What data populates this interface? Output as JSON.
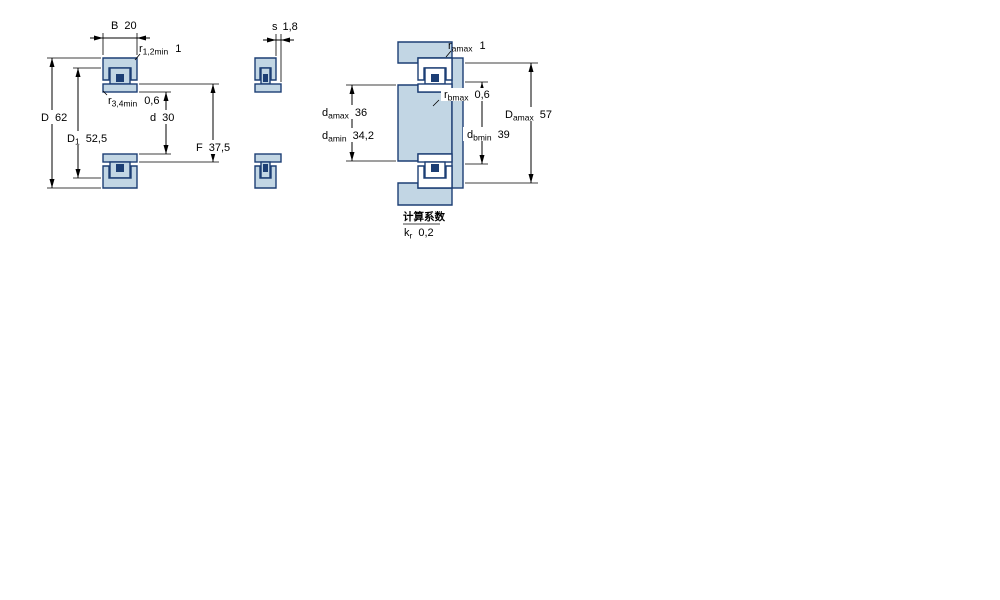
{
  "colors": {
    "part_fill": "#c2d6e4",
    "part_stroke": "#1c3e74",
    "dim_color": "#000000"
  },
  "left": {
    "B": {
      "sym": "B",
      "val": "20"
    },
    "r12": {
      "sym": "r",
      "sub": "1,2min",
      "val": "1"
    },
    "r34": {
      "sym": "r",
      "sub": "3,4min",
      "val": "0,6"
    },
    "D": {
      "sym": "D",
      "val": "62"
    },
    "D1": {
      "sym": "D",
      "sub": "1",
      "val": "52,5"
    },
    "d": {
      "sym": "d",
      "val": "30"
    },
    "F": {
      "sym": "F",
      "val": "37,5"
    }
  },
  "middle": {
    "s": {
      "sym": "s",
      "val": "1,8"
    }
  },
  "right": {
    "r_a": {
      "sym": "r",
      "sub": "amax",
      "val": "1"
    },
    "r_b": {
      "sym": "r",
      "sub": "bmax",
      "val": "0,6"
    },
    "d_amax": {
      "sym": "d",
      "sub": "amax",
      "val": "36"
    },
    "d_amin": {
      "sym": "d",
      "sub": "amin",
      "val": "34,2"
    },
    "D_amax": {
      "sym": "D",
      "sub": "amax",
      "val": "57"
    },
    "d_bmin": {
      "sym": "d",
      "sub": "bmin",
      "val": "39"
    }
  },
  "factors": {
    "title": "计算系数",
    "k_r": {
      "sym": "k",
      "sub": "r",
      "val": "0,2"
    }
  }
}
